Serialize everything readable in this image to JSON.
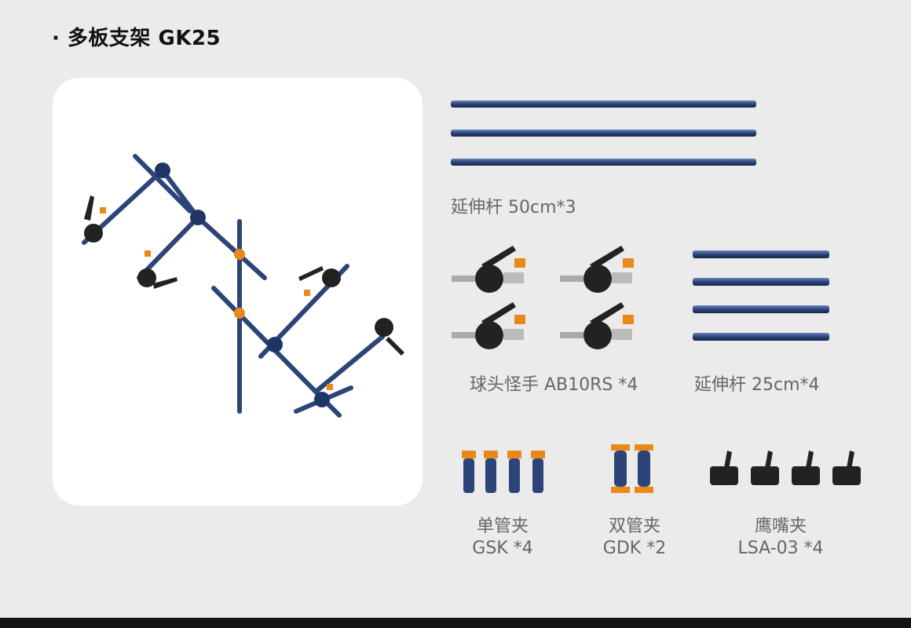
{
  "header": {
    "title": "· 多板支架 GK25"
  },
  "hero": {
    "image": "kit-assembled-rig"
  },
  "components": {
    "rod_50": {
      "label": "延伸杆 50cm*3"
    },
    "ball_head": {
      "label": "球头怪手 AB10RS *4"
    },
    "rod_25": {
      "label": "延伸杆 25cm*4"
    },
    "gsk": {
      "name": "单管夹",
      "code": "GSK *4"
    },
    "gdk": {
      "name": "双管夹",
      "code": "GDK *2"
    },
    "lsa": {
      "name": "鹰嘴夹",
      "code": "LSA-03 *4"
    }
  },
  "colors": {
    "background": "#ebebeb",
    "card": "#ffffff",
    "rod_blue": "#2c4478",
    "accent_orange": "#e8891a",
    "clamp_black": "#222222"
  }
}
